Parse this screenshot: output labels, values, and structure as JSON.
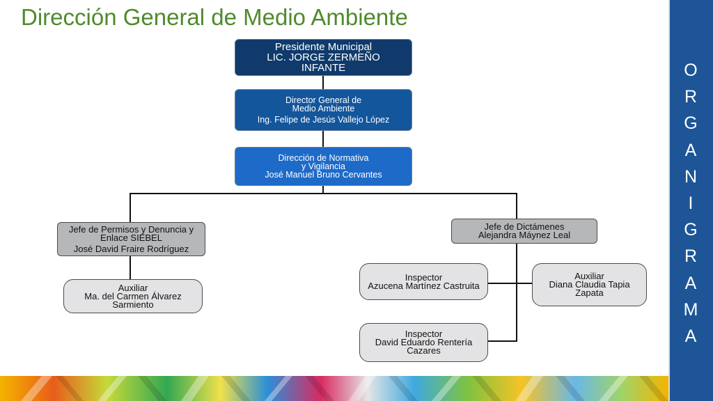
{
  "title": "Dirección General de Medio Ambiente",
  "side_letters": [
    "O",
    "R",
    "G",
    "A",
    "N",
    "I",
    "G",
    "R",
    "A",
    "M",
    "A"
  ],
  "nodes": {
    "president": [
      "Presidente Municipal",
      "LIC. JORGE ZERMEÑO",
      "INFANTE"
    ],
    "director": [
      "Director General de",
      "Medio Ambiente",
      "Ing. Felipe de Jesús Vallejo López"
    ],
    "normativa": [
      "Dirección de Normativa",
      "y Vigilancia",
      "José Manuel Bruno Cervantes"
    ],
    "permisos": [
      "Jefe de Permisos y Denuncia y",
      "Enlace SIEBEL",
      "José David Fraire Rodríguez"
    ],
    "auxiliar_left": [
      "Auxiliar",
      "Ma. del Carmen Álvarez",
      "Sarmiento"
    ],
    "dictamenes": [
      "Jefe de Dictámenes",
      "Alejandra Máynez Leal"
    ],
    "inspector_1": [
      "Inspector",
      "Azucena Martínez Castruita"
    ],
    "auxiliar_right": [
      "Auxiliar",
      "Diana Claudia Tapia",
      "Zapata"
    ],
    "inspector_2": [
      "Inspector",
      "David Eduardo Rentería",
      "Cazares"
    ]
  },
  "colors": {
    "title": "#4f8a2c",
    "side_band": "#1e5597",
    "president_box": "#0f3a6b",
    "director_box": "#13569c",
    "normativa_box": "#1e6ac8",
    "chief_box": "#b6b7b9",
    "staff_box": "#e3e3e5"
  }
}
